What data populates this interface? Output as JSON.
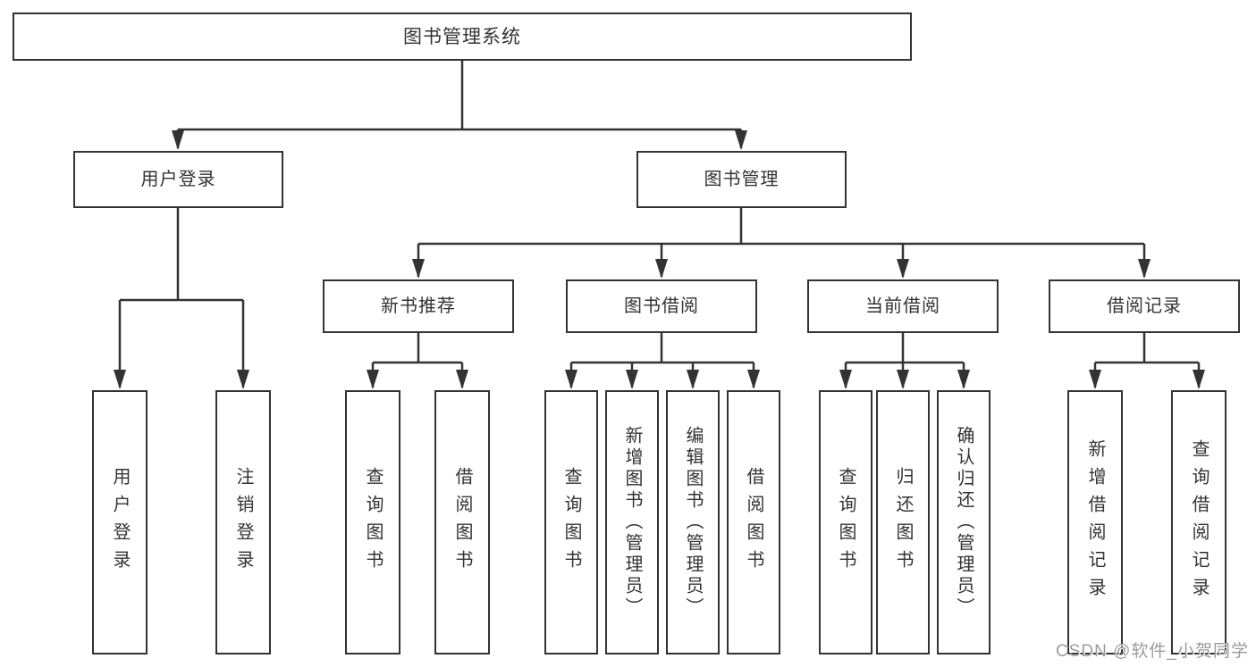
{
  "watermark": "CSDN @软件_小贺同学",
  "colors": {
    "line": "#333333",
    "box_border": "#333333",
    "text": "#333333",
    "background": "#ffffff",
    "watermark": "#9b9b9b"
  },
  "tree": {
    "label": "图书管理系统",
    "children": [
      {
        "label": "用户登录",
        "children": [
          {
            "label": "用户登录"
          },
          {
            "label": "注销登录"
          }
        ]
      },
      {
        "label": "图书管理",
        "children": [
          {
            "label": "新书推荐",
            "children": [
              {
                "label": "查询图书"
              },
              {
                "label": "借阅图书"
              }
            ]
          },
          {
            "label": "图书借阅",
            "children": [
              {
                "label": "查询图书"
              },
              {
                "label": "新增图书（管理员）"
              },
              {
                "label": "编辑图书（管理员）"
              },
              {
                "label": "借阅图书"
              }
            ]
          },
          {
            "label": "当前借阅",
            "children": [
              {
                "label": "查询图书"
              },
              {
                "label": "归还图书"
              },
              {
                "label": "确认归还（管理员）"
              }
            ]
          },
          {
            "label": "借阅记录",
            "children": [
              {
                "label": "新增借阅记录"
              },
              {
                "label": "查询借阅记录"
              }
            ]
          }
        ]
      }
    ]
  }
}
